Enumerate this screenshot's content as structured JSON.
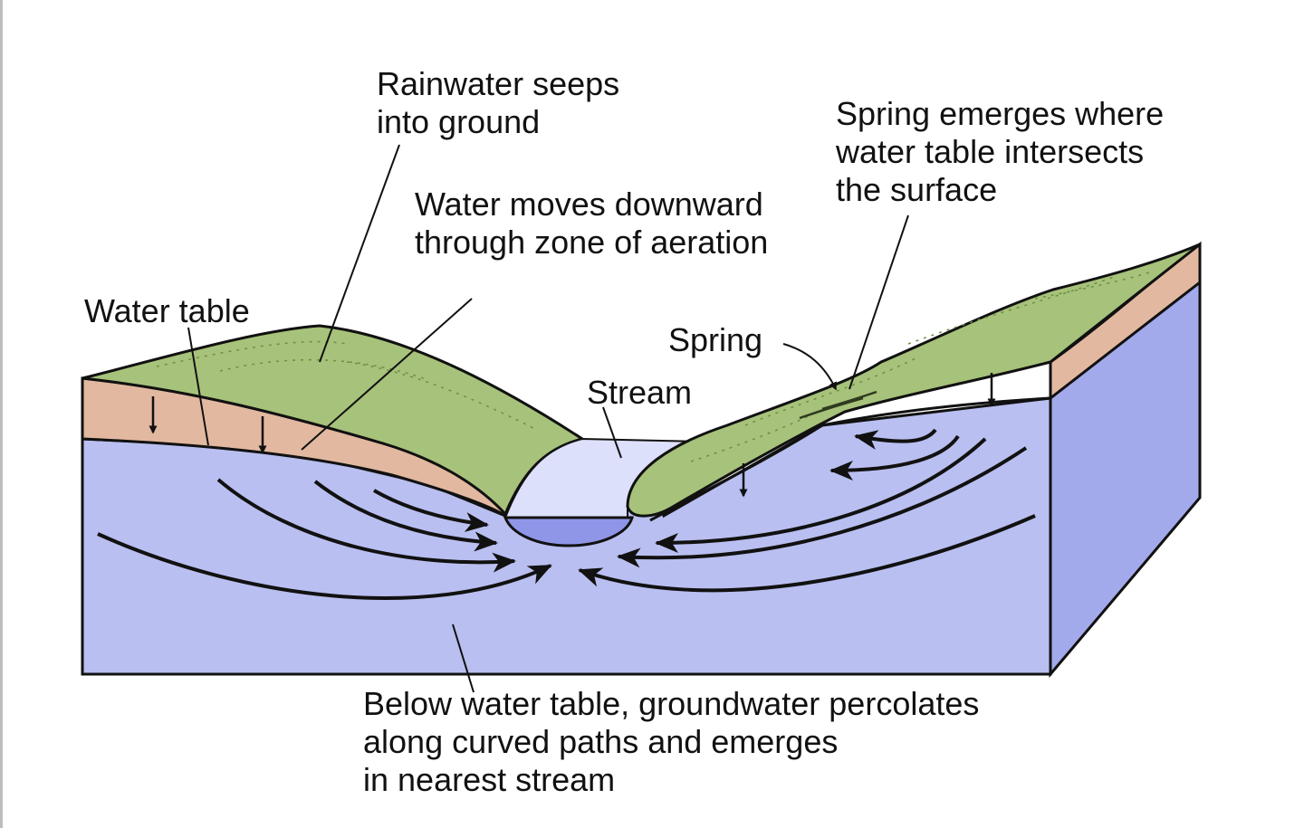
{
  "labels": {
    "rainwater": [
      "Rainwater seeps",
      "into ground"
    ],
    "downward": [
      "Water moves downward",
      "through zone of aeration"
    ],
    "water_table": "Water table",
    "spring_emerges": [
      "Spring emerges where",
      "water table intersects",
      "the surface"
    ],
    "spring": "Spring",
    "stream": "Stream",
    "below": [
      "Below water table, groundwater percolates",
      "along curved paths and emerges",
      "in nearest stream"
    ]
  },
  "colors": {
    "grass": "#a7c27a",
    "grass_dark": "#8fae62",
    "soil": "#e2b8a0",
    "groundwater": "#b9bff0",
    "groundwater_side": "#a3aaeb",
    "stream_surface": "#dde0fb",
    "stream_water": "#8f96e8",
    "ink": "#111111"
  }
}
